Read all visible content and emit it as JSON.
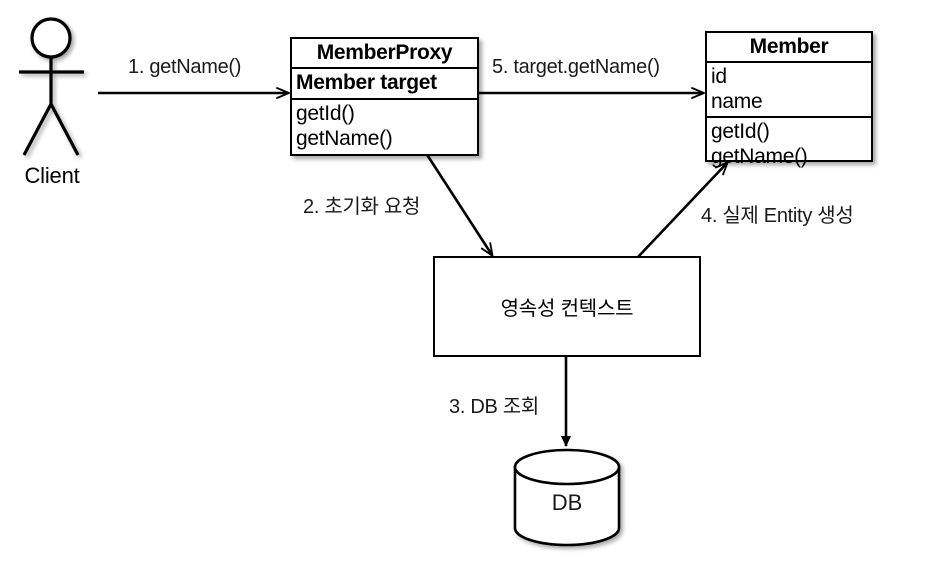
{
  "diagram": {
    "title": "JPA Proxy Initialization Sequence",
    "background": "#ffffff",
    "stroke": "#000000"
  },
  "actor": {
    "name": "client-actor",
    "label": "Client"
  },
  "classes": [
    {
      "name": "member-proxy-class",
      "title": "MemberProxy",
      "attributes": [
        "Member target"
      ],
      "operations": [
        "getId()",
        "getName()"
      ]
    },
    {
      "name": "member-class",
      "title": "Member",
      "attributes": [
        "id",
        "name"
      ],
      "operations": [
        "getId()",
        "getName()"
      ]
    }
  ],
  "nodes": {
    "persistence_context": "영속성 컨텍스트",
    "database": "DB"
  },
  "edges": [
    {
      "id": "edge-1",
      "label": "1. getName()"
    },
    {
      "id": "edge-2",
      "label": "2. 초기화 요청"
    },
    {
      "id": "edge-3",
      "label": "3. DB 조회"
    },
    {
      "id": "edge-4",
      "label": "4. 실제 Entity 생성"
    },
    {
      "id": "edge-5",
      "label": "5. target.getName()"
    }
  ]
}
